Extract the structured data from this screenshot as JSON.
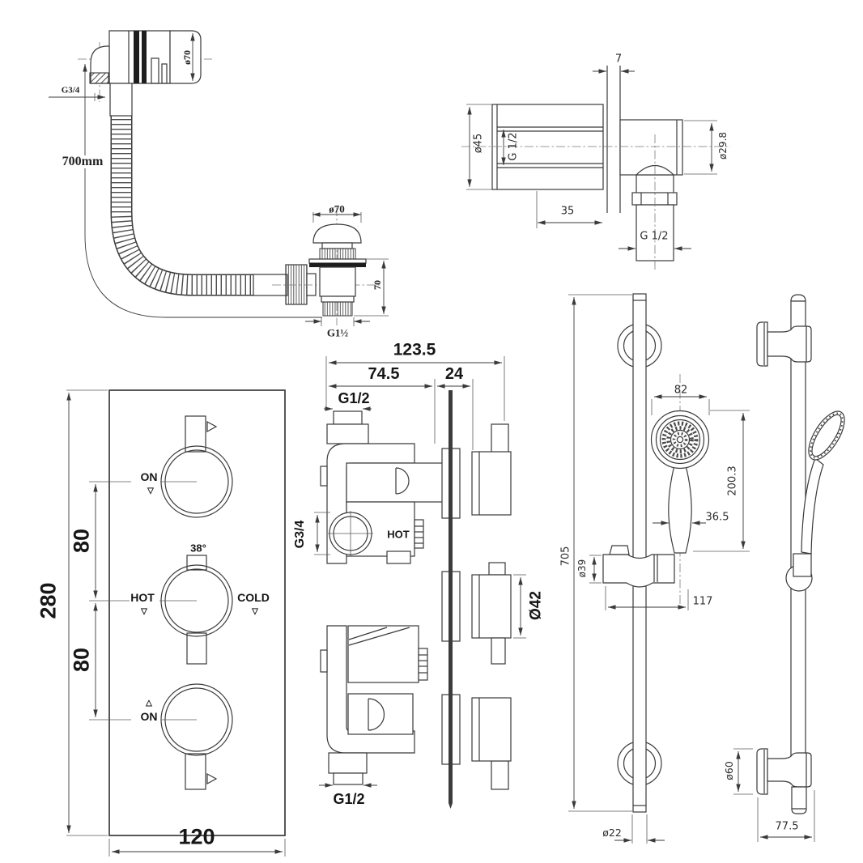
{
  "page": {
    "background": "#ffffff",
    "line_color": "#3a3a3a"
  },
  "drawings": {
    "bath_filler_waste": {
      "name": "bath overflow filler with flexible hose and pop-up waste",
      "labels": {
        "overflow_dia": "ø70",
        "overflow_thread": "G3/4",
        "hose_length": "700mm",
        "waste_cap_dia": "ø70",
        "waste_body_height": "70",
        "waste_outlet_thread": "G1½"
      }
    },
    "wall_outlet_elbow": {
      "name": "shower wall outlet elbow",
      "labels": {
        "plate_thickness": "7",
        "flange_dia": "ø45",
        "wall_thread": "G 1/2",
        "body_dia": "ø29.8",
        "flange_depth": "35",
        "outlet_thread": "G 1/2"
      }
    },
    "valve_faceplate": {
      "name": "triple thermostatic valve faceplate",
      "labels": {
        "height": "280",
        "knob_spacing_upper": "80",
        "knob_spacing_lower": "80",
        "width": "120",
        "top_knob": "ON",
        "top_knob_pointer": "▽",
        "temp_setting": "38°",
        "hot": "HOT",
        "hot_pointer": "▽",
        "cold": "COLD",
        "cold_pointer": "▽",
        "bottom_knob_pointer": "△",
        "bottom_knob": "ON"
      }
    },
    "valve_body": {
      "name": "thermostatic valve body side view",
      "labels": {
        "overall_depth": "123.5",
        "body_depth": "74.5",
        "trim_depth": "24",
        "top_port_thread": "G1/2",
        "side_port_thread": "G3/4",
        "hot_marking": "HOT",
        "knob_dia": "Ø42",
        "bottom_port_thread": "G1/2"
      }
    },
    "slide_rail_front": {
      "name": "slide rail with handset front view",
      "labels": {
        "handset_head_width": "82",
        "handset_length": "200.3",
        "handle_width": "36.5",
        "rail_height": "705",
        "slider_dia": "ø39",
        "slider_width": "117",
        "rail_dia": "ø22"
      }
    },
    "slide_rail_side": {
      "name": "slide rail with handset side view",
      "labels": {
        "bracket_dia": "ø60",
        "bracket_depth": "77.5"
      }
    }
  }
}
